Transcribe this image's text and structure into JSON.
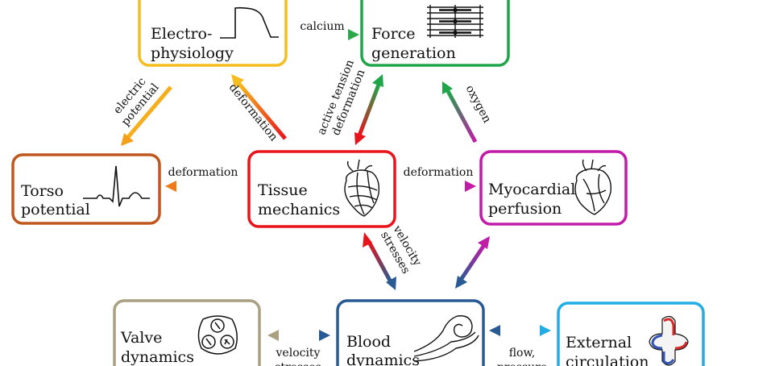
{
  "nodes": {
    "electro": {
      "line1": "Electro-",
      "line2": "physiology",
      "color": "#f5bd1f"
    },
    "force": {
      "line1": "Force",
      "line2": "generation",
      "color": "#1fa64a"
    },
    "torso": {
      "line1": "Torso",
      "line2": "potential",
      "color": "#c0571d"
    },
    "tissue": {
      "line1": "Tissue",
      "line2": "mechanics",
      "color": "#e8131b"
    },
    "myo": {
      "line1": "Myocardial",
      "line2": "perfusion",
      "color": "#c21ba8"
    },
    "valve": {
      "line1": "Valve",
      "line2": "dynamics",
      "color": "#aaa182"
    },
    "blood": {
      "line1": "Blood",
      "line2": "dynamics",
      "color": "#2a5a93"
    },
    "external": {
      "line1": "External",
      "line2": "circulation",
      "color": "#22aee4"
    }
  },
  "edges": {
    "calcium": "calcium",
    "electric_potential_1": "electric",
    "electric_potential_2": "potential",
    "deformation_to_electro": "deformation",
    "active_tension": "active tension",
    "deformation_to_force": "deformation",
    "oxygen": "oxygen",
    "deformation_to_torso": "deformation",
    "deformation_to_myo": "deformation",
    "velocity_tissue": "velocity",
    "stresses_tissue": "stresses",
    "velocity_valve": "velocity",
    "stresses_valve": "stresses",
    "flow": "flow,",
    "pressure": "pressure"
  }
}
